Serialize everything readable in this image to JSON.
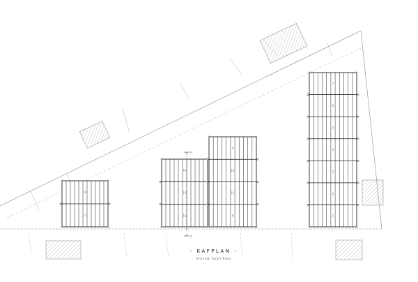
{
  "plan": {
    "title": "- KAFPLAN -",
    "subtitle": "Ürünlük Tarafı Planı",
    "road_label": "",
    "column_labels": [
      "",
      "",
      "",
      ""
    ],
    "units": {
      "block1": [
        "10",
        "11"
      ],
      "block2": [
        "14",
        "13",
        "12"
      ],
      "block3": [
        "9",
        "10",
        "11",
        "8"
      ],
      "block4": [
        "7",
        "6",
        "5",
        "4",
        "3",
        "2",
        "1"
      ]
    },
    "axis_marks": [
      "A",
      "A"
    ]
  }
}
